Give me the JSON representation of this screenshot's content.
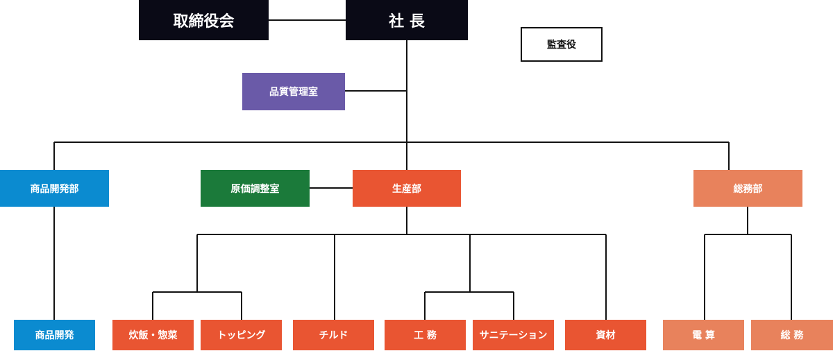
{
  "colors": {
    "exec": "#0a0a16",
    "quality": "#6a5aa8",
    "dev": "#0b8bd0",
    "cost": "#1b7a3a",
    "prod": "#e95532",
    "admin": "#e8825c"
  },
  "top": {
    "board": "取締役会",
    "president": "社 長",
    "auditor": "監査役",
    "quality": "品質管理室"
  },
  "departments": {
    "dev": "商品開発部",
    "cost": "原価調整室",
    "prod": "生産部",
    "admin": "総務部"
  },
  "sections": {
    "dev": "商品開発",
    "rice": "炊飯・惣菜",
    "topping": "トッピング",
    "chilled": "チルド",
    "engineering": "工 務",
    "sanitation": "サニテーション",
    "materials": "資材",
    "computing": "電 算",
    "general": "総 務"
  }
}
